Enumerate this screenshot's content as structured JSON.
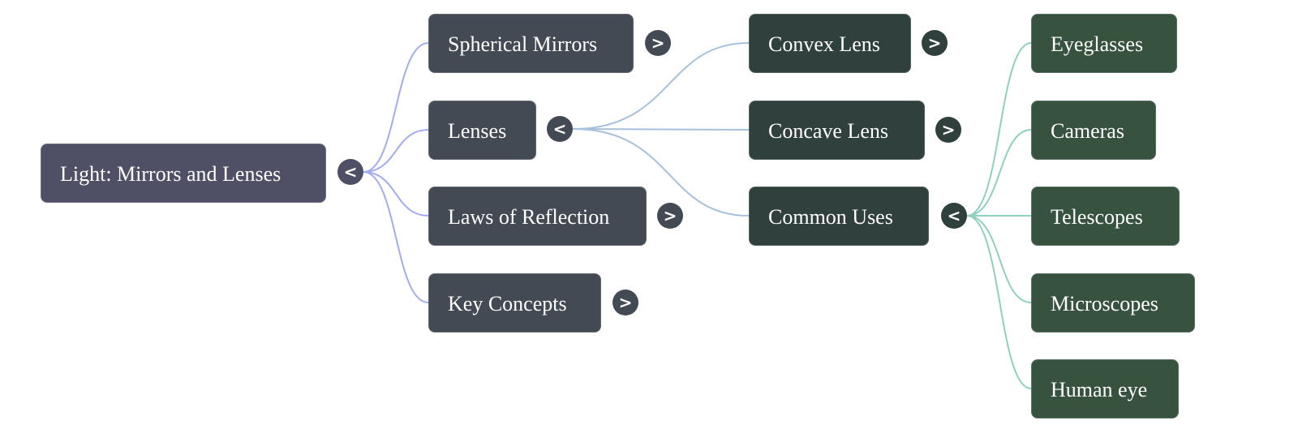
{
  "mindmap": {
    "root": {
      "label": "Light: Mirrors and Lenses",
      "toggle": "<",
      "expanded": true
    },
    "level1": [
      {
        "label": "Spherical Mirrors",
        "toggle": ">",
        "expanded": false
      },
      {
        "label": "Lenses",
        "toggle": "<",
        "expanded": true
      },
      {
        "label": "Laws of Reflection",
        "toggle": ">",
        "expanded": false
      },
      {
        "label": "Key Concepts",
        "toggle": ">",
        "expanded": false
      }
    ],
    "level2": [
      {
        "label": "Convex Lens",
        "toggle": ">",
        "expanded": false,
        "parent": "Lenses"
      },
      {
        "label": "Concave Lens",
        "toggle": ">",
        "expanded": false,
        "parent": "Lenses"
      },
      {
        "label": "Common Uses",
        "toggle": "<",
        "expanded": true,
        "parent": "Lenses"
      }
    ],
    "level3": [
      {
        "label": "Eyeglasses",
        "parent": "Common Uses"
      },
      {
        "label": "Cameras",
        "parent": "Common Uses"
      },
      {
        "label": "Telescopes",
        "parent": "Common Uses"
      },
      {
        "label": "Microscopes",
        "parent": "Common Uses"
      },
      {
        "label": "Human eye",
        "parent": "Common Uses"
      }
    ]
  },
  "colors": {
    "root_node": "#4f5066",
    "level1_node": "#434a54",
    "level2_node": "#30403c",
    "level3_node": "#37523f",
    "edge_root": "#a3acf0",
    "edge_lenses": "#a7c0dc",
    "edge_common_uses": "#8fd0bf"
  }
}
